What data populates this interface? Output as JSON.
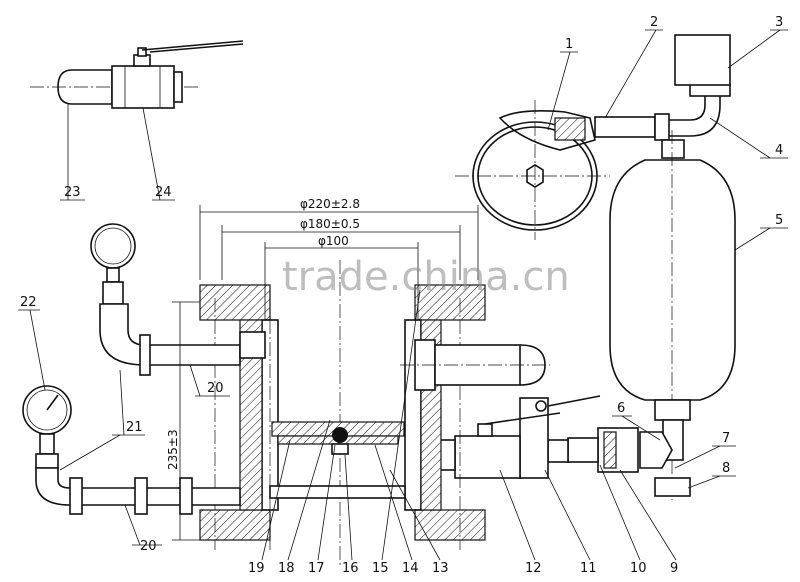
{
  "watermark": "trade.china.cn",
  "dimensions": {
    "d1": "φ220±2.8",
    "d2": "φ180±0.5",
    "d3": "φ100",
    "height": "235±3"
  },
  "callouts": {
    "c1": "1",
    "c2": "2",
    "c3": "3",
    "c4": "4",
    "c5": "5",
    "c6": "6",
    "c7": "7",
    "c8": "8",
    "c9": "9",
    "c10": "10",
    "c11": "11",
    "c12": "12",
    "c13": "13",
    "c14": "14",
    "c15": "15",
    "c16": "16",
    "c17": "17",
    "c18": "18",
    "c19": "19",
    "c20a": "20",
    "c20b": "20",
    "c21": "21",
    "c22": "22",
    "c23": "23",
    "c24": "24"
  }
}
